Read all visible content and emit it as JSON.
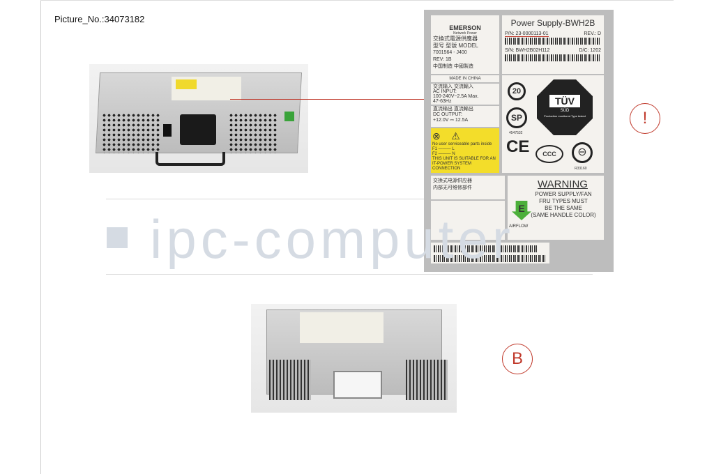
{
  "caption": "Picture_No.:34073182",
  "watermark": "ipc-computer",
  "callouts": {
    "a": "!",
    "b": "B"
  },
  "label": {
    "brand": "EMERSON",
    "brand_sub": "Network Power",
    "cn_title": "交換式電源供應器",
    "model_line": "型号 型號 MODEL",
    "model": "7001564 - J400",
    "rev_left": "REV: 1B",
    "made_cn": "中国制造 中國製造",
    "made": "MADE IN CHINA",
    "ac_cn": "交流输入 交流輸入",
    "ac_title": "AC INPUT:",
    "ac_val": "100-240V~2.5A Max.",
    "ac_hz": "47-63Hz",
    "dc_cn": "直流输出 直流輸出",
    "dc_title": "DC OUTPUT:",
    "dc_val": "+12.0V ⎓ 12.5A",
    "title": "Power Supply-BWH2B",
    "pn": "P/N: 23-0000113-01",
    "rev": "REV.: D",
    "sn": "S/N: BWH2B02H112",
    "dc": "D/C: 1202",
    "warn_small": "No user serviceable parts inside",
    "f1": "F1 ——— L",
    "f2": "F2 ——— N",
    "suitable": "THIS UNIT IS SUITABLE FOR AN IT-POWER SYSTEM CONNECTION",
    "rohs": "20",
    "csa": "SP",
    "csa_no": "4547532",
    "tuv": "TÜV",
    "tuv_sub": "SÜD",
    "tuv_note": "Production monitored Type tested",
    "ce": "CE",
    "ccc": "CCC",
    "bsmi": "R33160",
    "cn_warn1": "交換式电源供应器",
    "cn_warn2": "内部无可维修部件",
    "warning": "WARNING",
    "warning_text": [
      "POWER SUPPLY/FAN",
      "FRU TYPES MUST",
      "BE THE SAME",
      "(SAME HANDLE COLOR)"
    ],
    "airflow_letter": "E",
    "airflow": "AIRFLOW"
  }
}
